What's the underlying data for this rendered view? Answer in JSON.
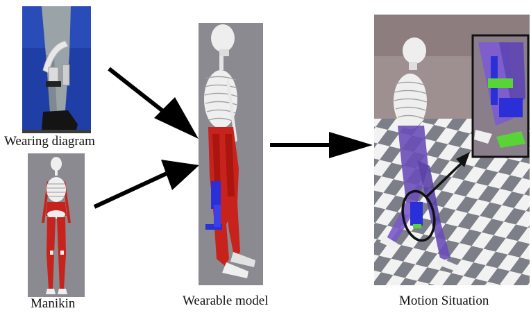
{
  "figure": {
    "captions": {
      "wearing_diagram": "Wearing diagram",
      "manikin": "Manikin",
      "wearable_model": "Wearable model",
      "motion_situation": "Motion Situation"
    },
    "colors": {
      "background": "#ffffff",
      "photo_backdrop": "#1f3fa6",
      "model_backdrop": "#8a8a90",
      "muscle": "#c8221c",
      "bone": "#efefef",
      "device": "#2a2fd8",
      "device_accent": "#59d437",
      "arrow": "#000000",
      "floor_light": "#f2f2f2",
      "floor_dark": "#7d7f88",
      "wall": "#9e8f90"
    }
  }
}
